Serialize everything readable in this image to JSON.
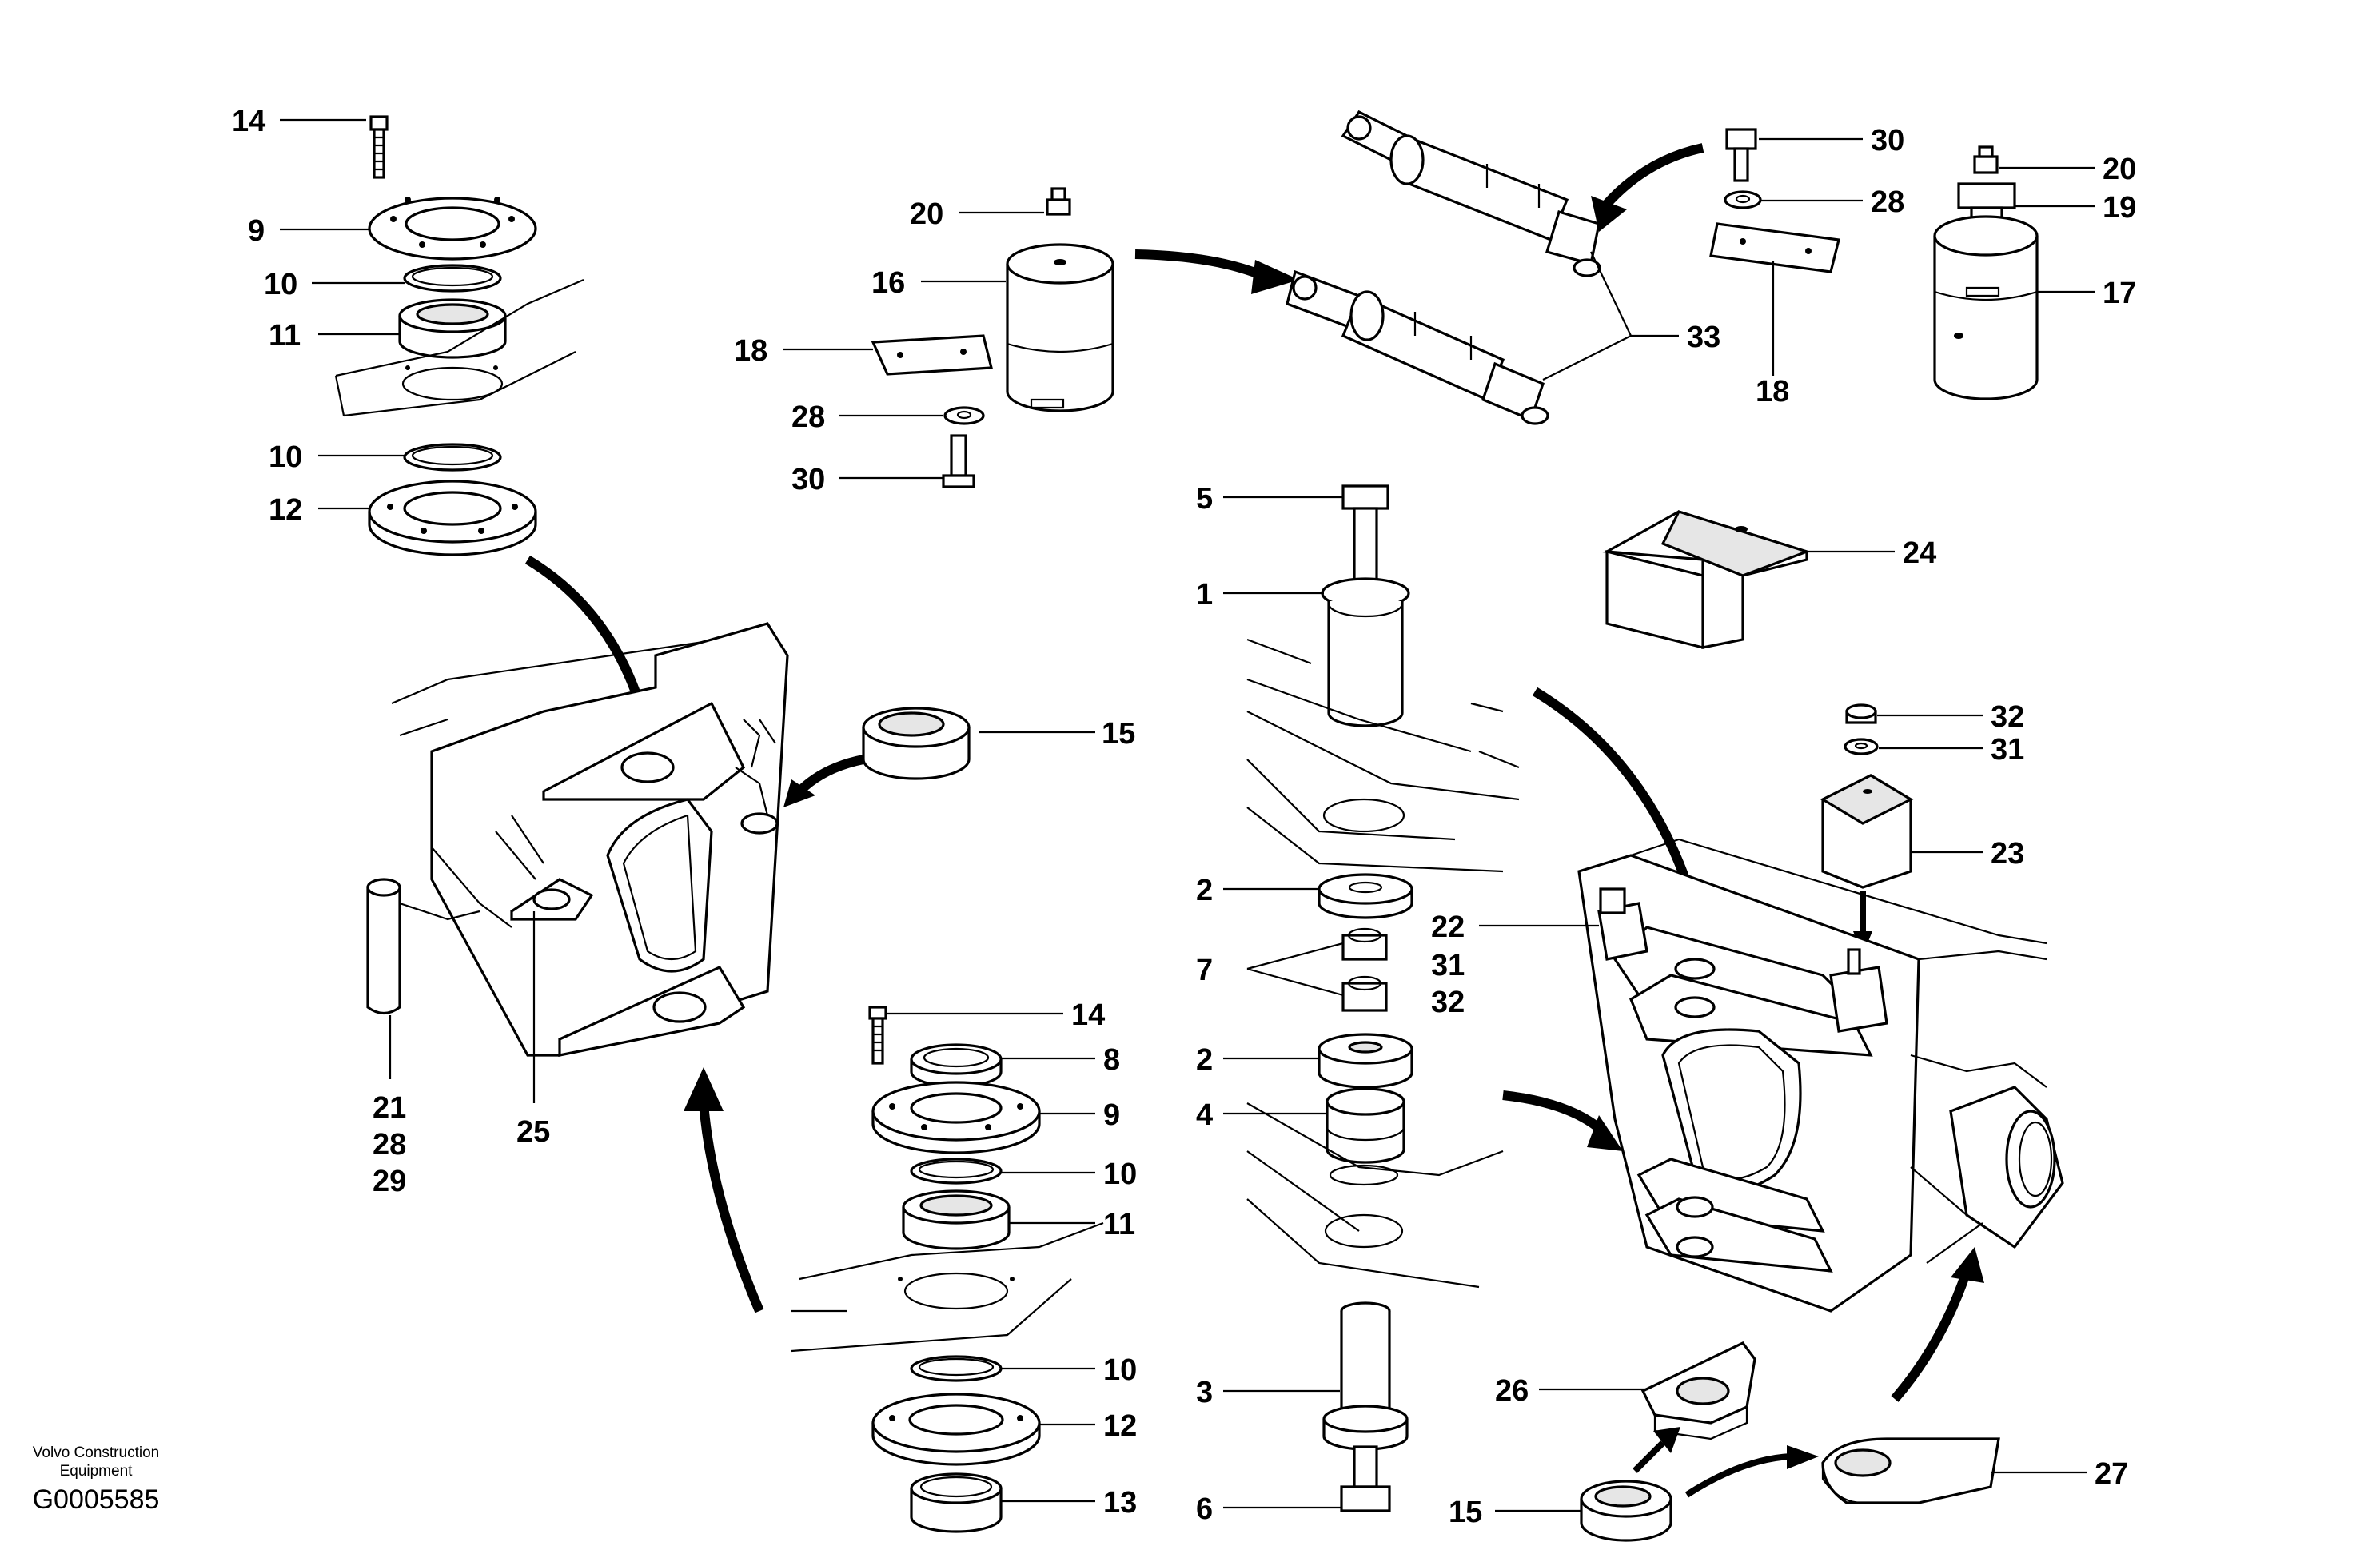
{
  "caption": {
    "company_line1": "Volvo Construction",
    "company_line2": "Equipment",
    "drawing_code": "G0005585"
  },
  "callouts": [
    {
      "id": "c14a",
      "text": "14"
    },
    {
      "id": "c9a",
      "text": "9"
    },
    {
      "id": "c10a",
      "text": "10"
    },
    {
      "id": "c11a",
      "text": "11"
    },
    {
      "id": "c10b",
      "text": "10"
    },
    {
      "id": "c12a",
      "text": "12"
    },
    {
      "id": "c20a",
      "text": "20"
    },
    {
      "id": "c16",
      "text": "16"
    },
    {
      "id": "c18a",
      "text": "18"
    },
    {
      "id": "c28a",
      "text": "28"
    },
    {
      "id": "c30a",
      "text": "30"
    },
    {
      "id": "c30b",
      "text": "30"
    },
    {
      "id": "c28b",
      "text": "28"
    },
    {
      "id": "c33",
      "text": "33"
    },
    {
      "id": "c18b",
      "text": "18"
    },
    {
      "id": "c20b",
      "text": "20"
    },
    {
      "id": "c19",
      "text": "19"
    },
    {
      "id": "c17",
      "text": "17"
    },
    {
      "id": "c5",
      "text": "5"
    },
    {
      "id": "c1",
      "text": "1"
    },
    {
      "id": "c24",
      "text": "24"
    },
    {
      "id": "c15a",
      "text": "15"
    },
    {
      "id": "c32a",
      "text": "32"
    },
    {
      "id": "c31a",
      "text": "31"
    },
    {
      "id": "c23",
      "text": "23"
    },
    {
      "id": "c2a",
      "text": "2"
    },
    {
      "id": "c22",
      "text": "22"
    },
    {
      "id": "c7",
      "text": "7"
    },
    {
      "id": "c31b",
      "text": "31"
    },
    {
      "id": "c32b",
      "text": "32"
    },
    {
      "id": "c14b",
      "text": "14"
    },
    {
      "id": "c8",
      "text": "8"
    },
    {
      "id": "c2b",
      "text": "2"
    },
    {
      "id": "c9b",
      "text": "9"
    },
    {
      "id": "c4",
      "text": "4"
    },
    {
      "id": "c21",
      "text": "21"
    },
    {
      "id": "c28c",
      "text": "28"
    },
    {
      "id": "c29",
      "text": "29"
    },
    {
      "id": "c25",
      "text": "25"
    },
    {
      "id": "c10c",
      "text": "10"
    },
    {
      "id": "c11b",
      "text": "11"
    },
    {
      "id": "c10d",
      "text": "10"
    },
    {
      "id": "c12b",
      "text": "12"
    },
    {
      "id": "c3",
      "text": "3"
    },
    {
      "id": "c26",
      "text": "26"
    },
    {
      "id": "c27",
      "text": "27"
    },
    {
      "id": "c13",
      "text": "13"
    },
    {
      "id": "c6",
      "text": "6"
    },
    {
      "id": "c15b",
      "text": "15"
    }
  ]
}
